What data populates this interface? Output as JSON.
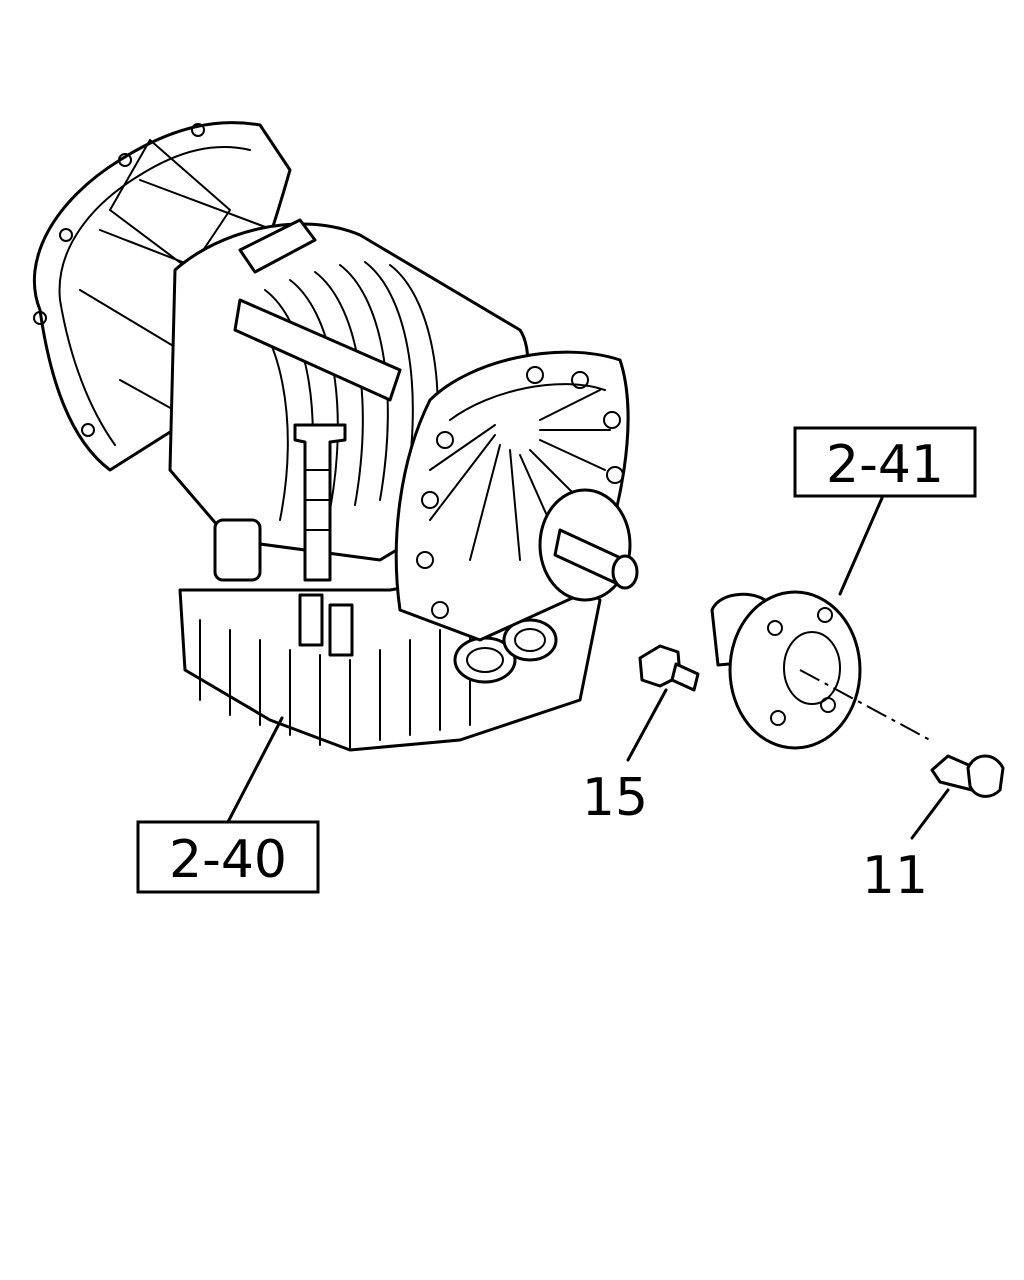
{
  "diagram": {
    "callouts": {
      "transmission": "2-40",
      "flange": "2-41",
      "flange_bolt": "15",
      "bolt": "11"
    }
  }
}
